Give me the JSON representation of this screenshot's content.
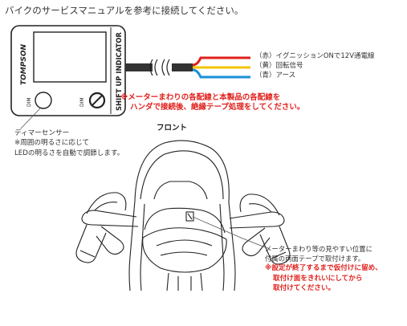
{
  "intro": "バイクのサービスマニュアルを参考に接続してください。",
  "device": {
    "brand": "TOMPSON",
    "side_text": "SHIFT UP INDICATOR",
    "dim_left": "DIM",
    "dim_right": "DIM"
  },
  "wires": [
    {
      "label": "（赤）イグニッションONで12V通電線",
      "color": "#e0201c"
    },
    {
      "label": "（黄）回転信号",
      "color": "#f5c400"
    },
    {
      "label": "（青）アース",
      "color": "#1a8fd8"
    }
  ],
  "warning": [
    "※メーターまわりの各配線と本製品の各配線を",
    "ハンダで接続後、絶縁テープ処理をしてください。"
  ],
  "dimmer": [
    "ディマーセンサー",
    "※周囲の明るさに応じて",
    "LEDの明るさを自動で調節します。"
  ],
  "front_label": "フロント",
  "mount": {
    "lines": [
      "メーターまわり等の見やすい位置に",
      "付属の両面テープで取付けます。"
    ],
    "note": [
      "※設定が終了するまで仮付けに留め、",
      "取付け面をきれいにしてから",
      "取付けてください。"
    ]
  }
}
